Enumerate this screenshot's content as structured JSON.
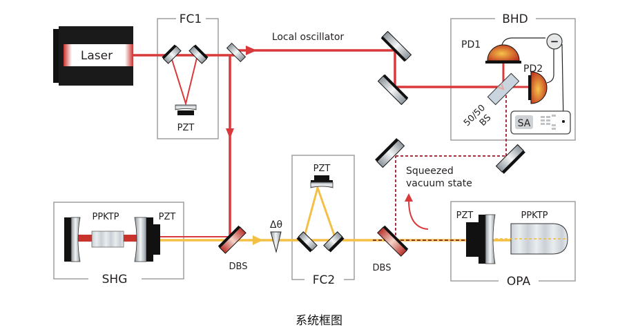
{
  "title": "Squeezed vacuum state generation system",
  "caption": "系统框图",
  "colors": {
    "red_beam": "#d9393a",
    "yellow_beam": "#f3bf45",
    "box_border": "#9d9d9d",
    "squeezed_beam": "#a8303a",
    "mirror_dark": "#111111",
    "mirror_glass": "#c5cbd0",
    "detector": "#d57a22"
  },
  "labels": {
    "laser": "Laser",
    "fc1": "FC1",
    "fc1_pzt": "PZT",
    "local_oscillator": "Local oscillator",
    "bhd": "BHD",
    "pd1": "PD1",
    "pd2": "PD2",
    "bs_line1": "50/50",
    "bs_line2": "BS",
    "sa": "SA",
    "minus": "−",
    "shg": "SHG",
    "shg_ppktp": "PPKTP",
    "shg_pzt": "PZT",
    "dbs1": "DBS",
    "delta_theta": "Δθ",
    "fc2": "FC2",
    "fc2_pzt": "PZT",
    "dbs2": "DBS",
    "squeezed_line1": "Squeezed",
    "squeezed_line2": "vacuum state",
    "opa": "OPA",
    "opa_pzt": "PZT",
    "opa_ppktp": "PPKTP"
  }
}
